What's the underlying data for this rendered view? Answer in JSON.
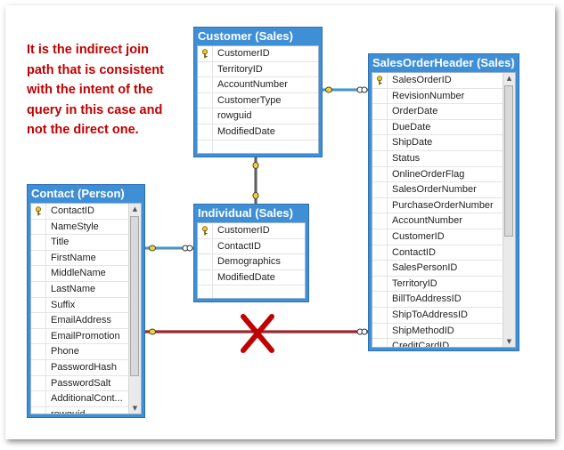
{
  "note": {
    "lines": [
      "It is the indirect join",
      "path that is consistent",
      "with the intent of the",
      "query in this case and",
      "not the direct one."
    ]
  },
  "tables": {
    "customer": {
      "title": "Customer (Sales)",
      "key_icon": "key-icon",
      "columns": [
        "CustomerID",
        "TerritoryID",
        "AccountNumber",
        "CustomerType",
        "rowguid",
        "ModifiedDate"
      ]
    },
    "individual": {
      "title": "Individual (Sales)",
      "key_icon": "key-icon",
      "columns": [
        "CustomerID",
        "ContactID",
        "Demographics",
        "ModifiedDate"
      ]
    },
    "contact": {
      "title": "Contact (Person)",
      "key_icon": "key-icon",
      "columns": [
        "ContactID",
        "NameStyle",
        "Title",
        "FirstName",
        "MiddleName",
        "LastName",
        "Suffix",
        "EmailAddress",
        "EmailPromotion",
        "Phone",
        "PasswordHash",
        "PasswordSalt",
        "AdditionalCont...",
        "rowguid"
      ]
    },
    "soh": {
      "title": "SalesOrderHeader (Sales)",
      "key_icon": "key-icon",
      "columns": [
        "SalesOrderID",
        "RevisionNumber",
        "OrderDate",
        "DueDate",
        "ShipDate",
        "Status",
        "OnlineOrderFlag",
        "SalesOrderNumber",
        "PurchaseOrderNumber",
        "AccountNumber",
        "CustomerID",
        "ContactID",
        "SalesPersonID",
        "TerritoryID",
        "BillToAddressID",
        "ShipToAddressID",
        "ShipMethodID",
        "CreditCardID"
      ]
    }
  },
  "colors": {
    "header": "#3f8fd6",
    "join_line": "#6fb4dd",
    "direct_join_line": "#b0404a",
    "cross": "#c00000",
    "note": "#c00000"
  }
}
